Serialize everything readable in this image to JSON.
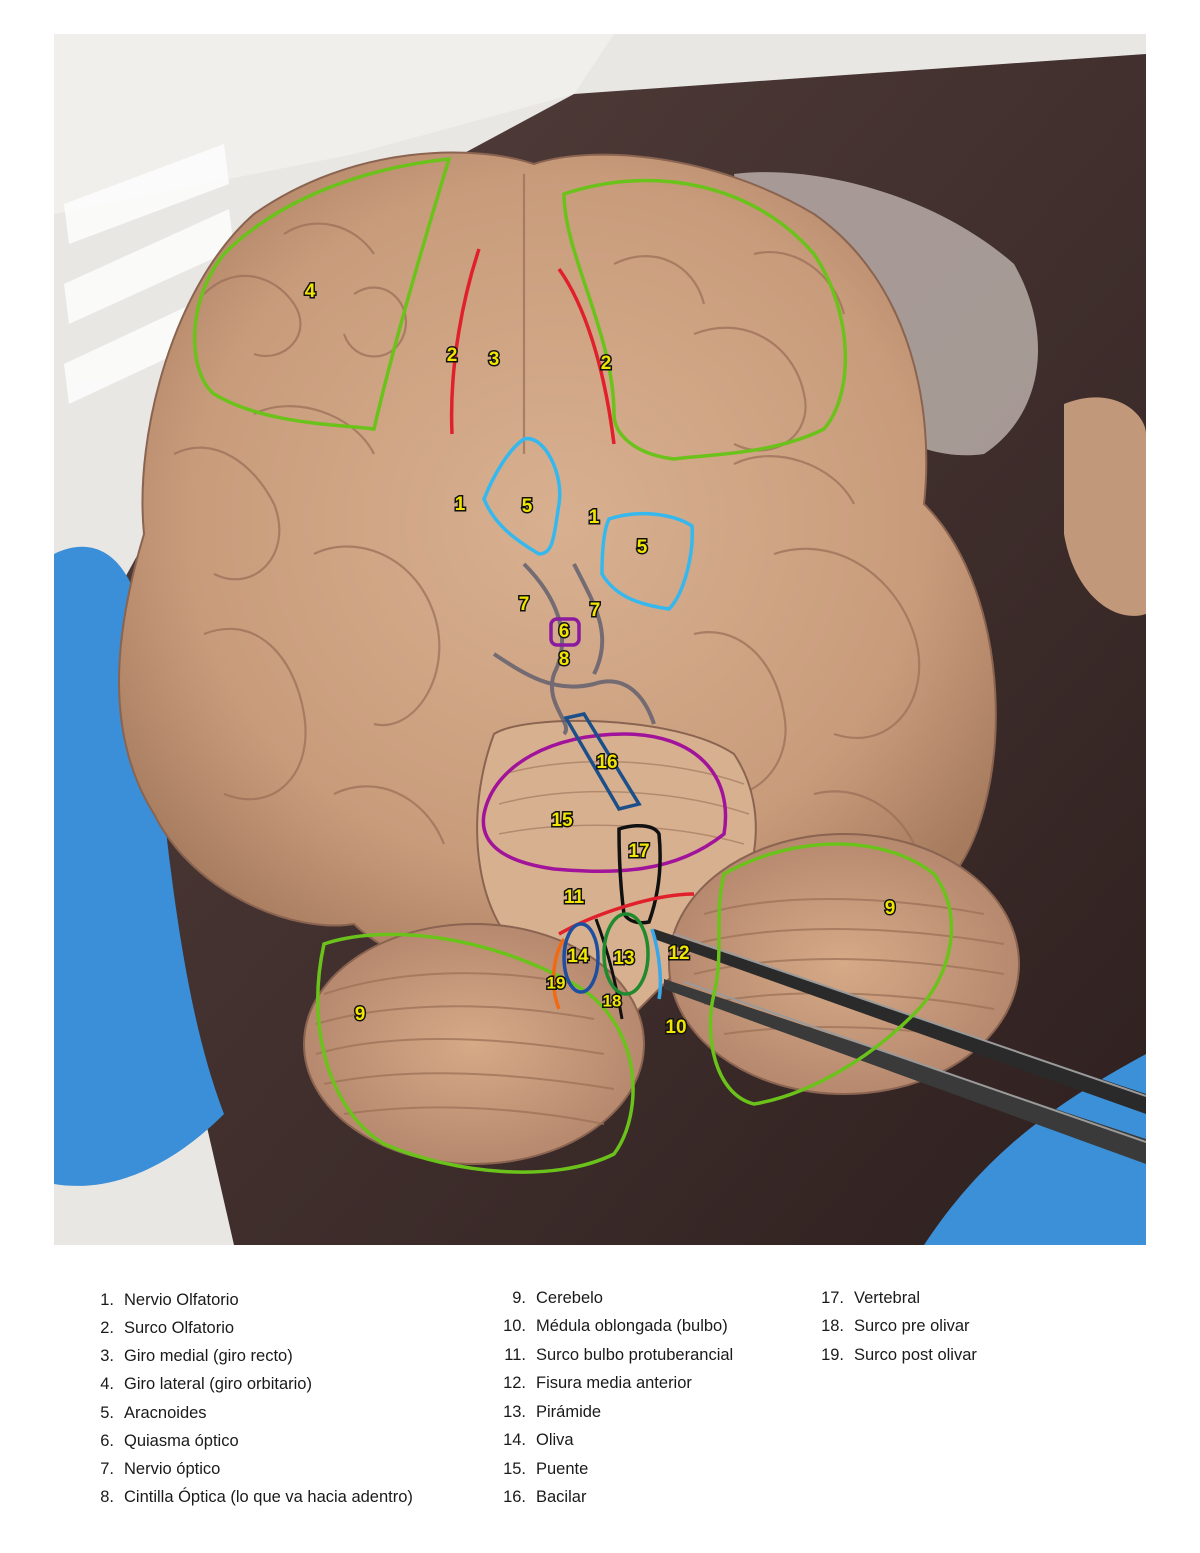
{
  "photo": {
    "description_icon": "brain-inferior-view-photo",
    "annotation_colors": {
      "gyrus_outline": "#6ac21b",
      "sulcus_line": "#e0202a",
      "arachnoid_outline": "#35b8ee",
      "chiasm_outline": "#8a1aa0",
      "pons_outline": "#a0139a",
      "basilar_outline": "#1b4f8a",
      "vertebral_outline": "#111111",
      "olive_outline": "#1d4fa0",
      "pyramid_outline": "#1f8a2e",
      "fissure_line": "#3aa8e8",
      "post_olivar_line": "#ef6a12",
      "label_fill": "#f2e600"
    },
    "labels": [
      "4",
      "2",
      "3",
      "2",
      "1",
      "5",
      "1",
      "5",
      "7",
      "7",
      "6",
      "8",
      "16",
      "15",
      "17",
      "11",
      "9",
      "14",
      "13",
      "12",
      "19",
      "18",
      "10",
      "9"
    ]
  },
  "legend": {
    "items": [
      {
        "num": "1.",
        "text": "Nervio Olfatorio"
      },
      {
        "num": "2.",
        "text": "Surco Olfatorio"
      },
      {
        "num": "3.",
        "text": "Giro medial (giro recto)"
      },
      {
        "num": "4.",
        "text": "Giro lateral (giro orbitario)"
      },
      {
        "num": "5.",
        "text": "Aracnoides"
      },
      {
        "num": "6.",
        "text": "Quiasma óptico"
      },
      {
        "num": "7.",
        "text": "Nervio óptico"
      },
      {
        "num": "8.",
        "text": "Cintilla Óptica (lo que va hacia adentro)"
      },
      {
        "num": "9.",
        "text": "Cerebelo"
      },
      {
        "num": "10.",
        "text": "Médula oblongada (bulbo)"
      },
      {
        "num": "11.",
        "text": "Surco bulbo protuberancial"
      },
      {
        "num": "12.",
        "text": "Fisura media anterior"
      },
      {
        "num": "13.",
        "text": "Pirámide"
      },
      {
        "num": "14.",
        "text": "Oliva"
      },
      {
        "num": "15.",
        "text": "Puente"
      },
      {
        "num": "16.",
        "text": "Bacilar"
      },
      {
        "num": "17.",
        "text": "Vertebral"
      },
      {
        "num": "18.",
        "text": "Surco pre olivar"
      },
      {
        "num": "19.",
        "text": "Surco post olivar"
      }
    ]
  }
}
